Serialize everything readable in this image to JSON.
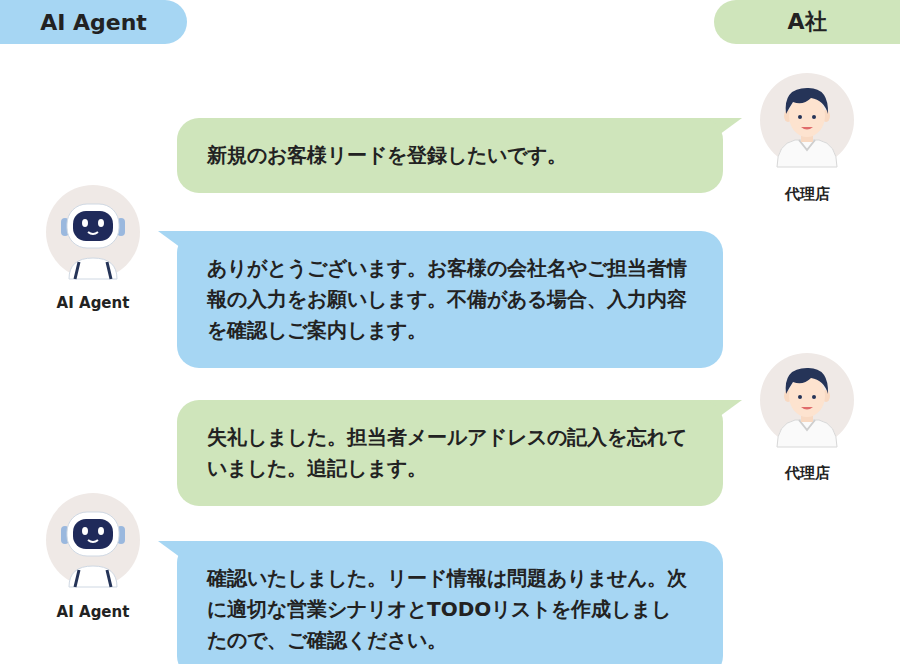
{
  "diagram": {
    "nodes": [
      {
        "text": [
          "AI Agent"
        ]
      },
      {
        "text": [
          "A社"
        ]
      },
      {
        "text": [
          "新規のお客様リードを登録したいです。"
        ]
      },
      {
        "text": [
          "ありがとうございます。お客様の会社名やご担当者情報の入力をお願いします。不備がある場合、入力内容を確認しご案内します。"
        ]
      },
      {
        "text": [
          "失礼しました。担当者メールアドレスの記入を忘れていました。追記します。"
        ]
      },
      {
        "text": [
          "確認いたしました。リード情報は問題ありません。次に適切な営業シナリオとTODOリストを作成しましたので、ご確認ください。"
        ]
      }
    ],
    "labels": [
      "代理店",
      "AI Agent",
      "代理店",
      "AI Agent"
    ]
  }
}
